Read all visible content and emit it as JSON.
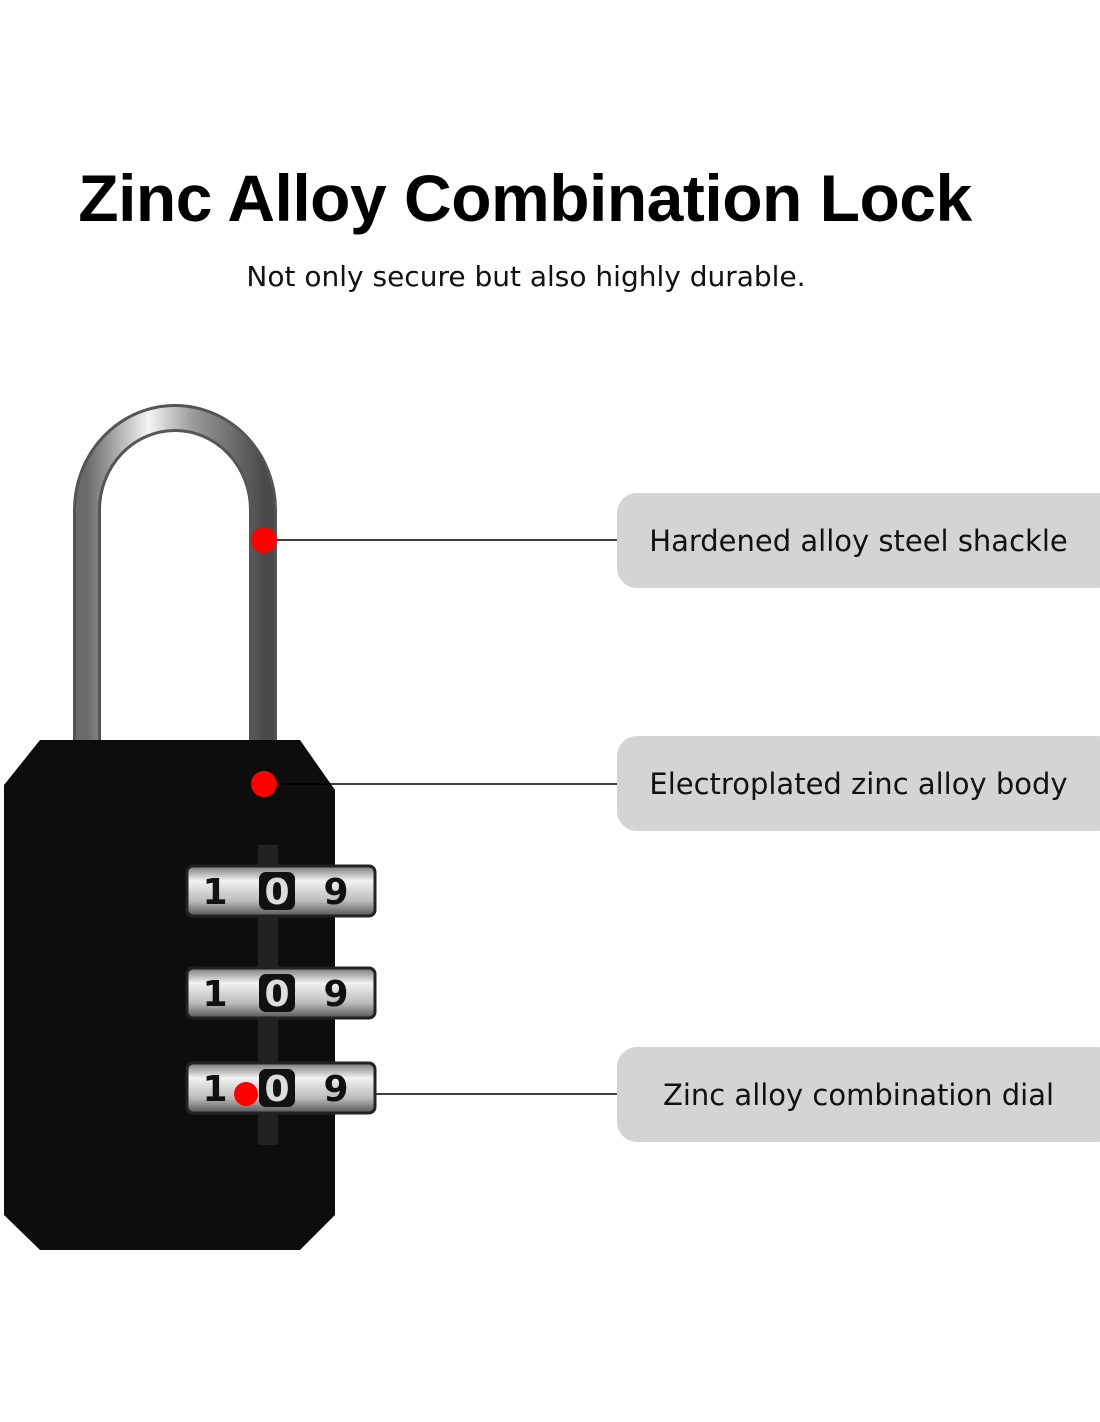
{
  "header": {
    "title": "Zinc Alloy Combination Lock",
    "subtitle": "Not only secure but also highly durable."
  },
  "callouts": [
    {
      "label": "Hardened alloy steel shackle"
    },
    {
      "label": "Electroplated zinc alloy body"
    },
    {
      "label": "Zinc alloy combination dial"
    }
  ],
  "lock": {
    "dials": [
      {
        "digits": [
          "1",
          "0",
          "9"
        ]
      },
      {
        "digits": [
          "1",
          "0",
          "9"
        ]
      },
      {
        "digits": [
          "1",
          "0",
          "9"
        ]
      }
    ]
  },
  "colors": {
    "marker": "#ff0000",
    "callout_bg": "#d4d4d4",
    "lock_body": "#0d0d0d"
  }
}
